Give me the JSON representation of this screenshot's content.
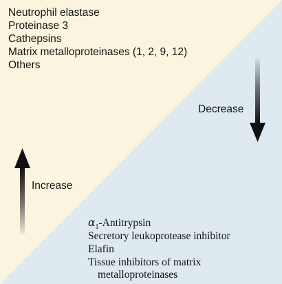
{
  "proteases": {
    "items": [
      "Neutrophil elastase",
      "Proteinase 3",
      "Cathepsins",
      "Matrix metalloproteinases (1, 2, 9, 12)",
      "Others"
    ]
  },
  "antiproteases": {
    "alpha_symbol": "α",
    "alpha_subscript": "1",
    "first_item_rest": "-Antitrypsin",
    "items": [
      "Secretory leukoprotease inhibitor",
      "Elafin",
      "Tissue inhibitors of matrix",
      "metalloproteinases"
    ]
  },
  "arrows": {
    "decrease_label": "Decrease",
    "increase_label": "Increase"
  },
  "colors": {
    "upper_triangle": "#fbf5df",
    "lower_triangle": "#deeaef",
    "arrow_dark": "#111111"
  }
}
